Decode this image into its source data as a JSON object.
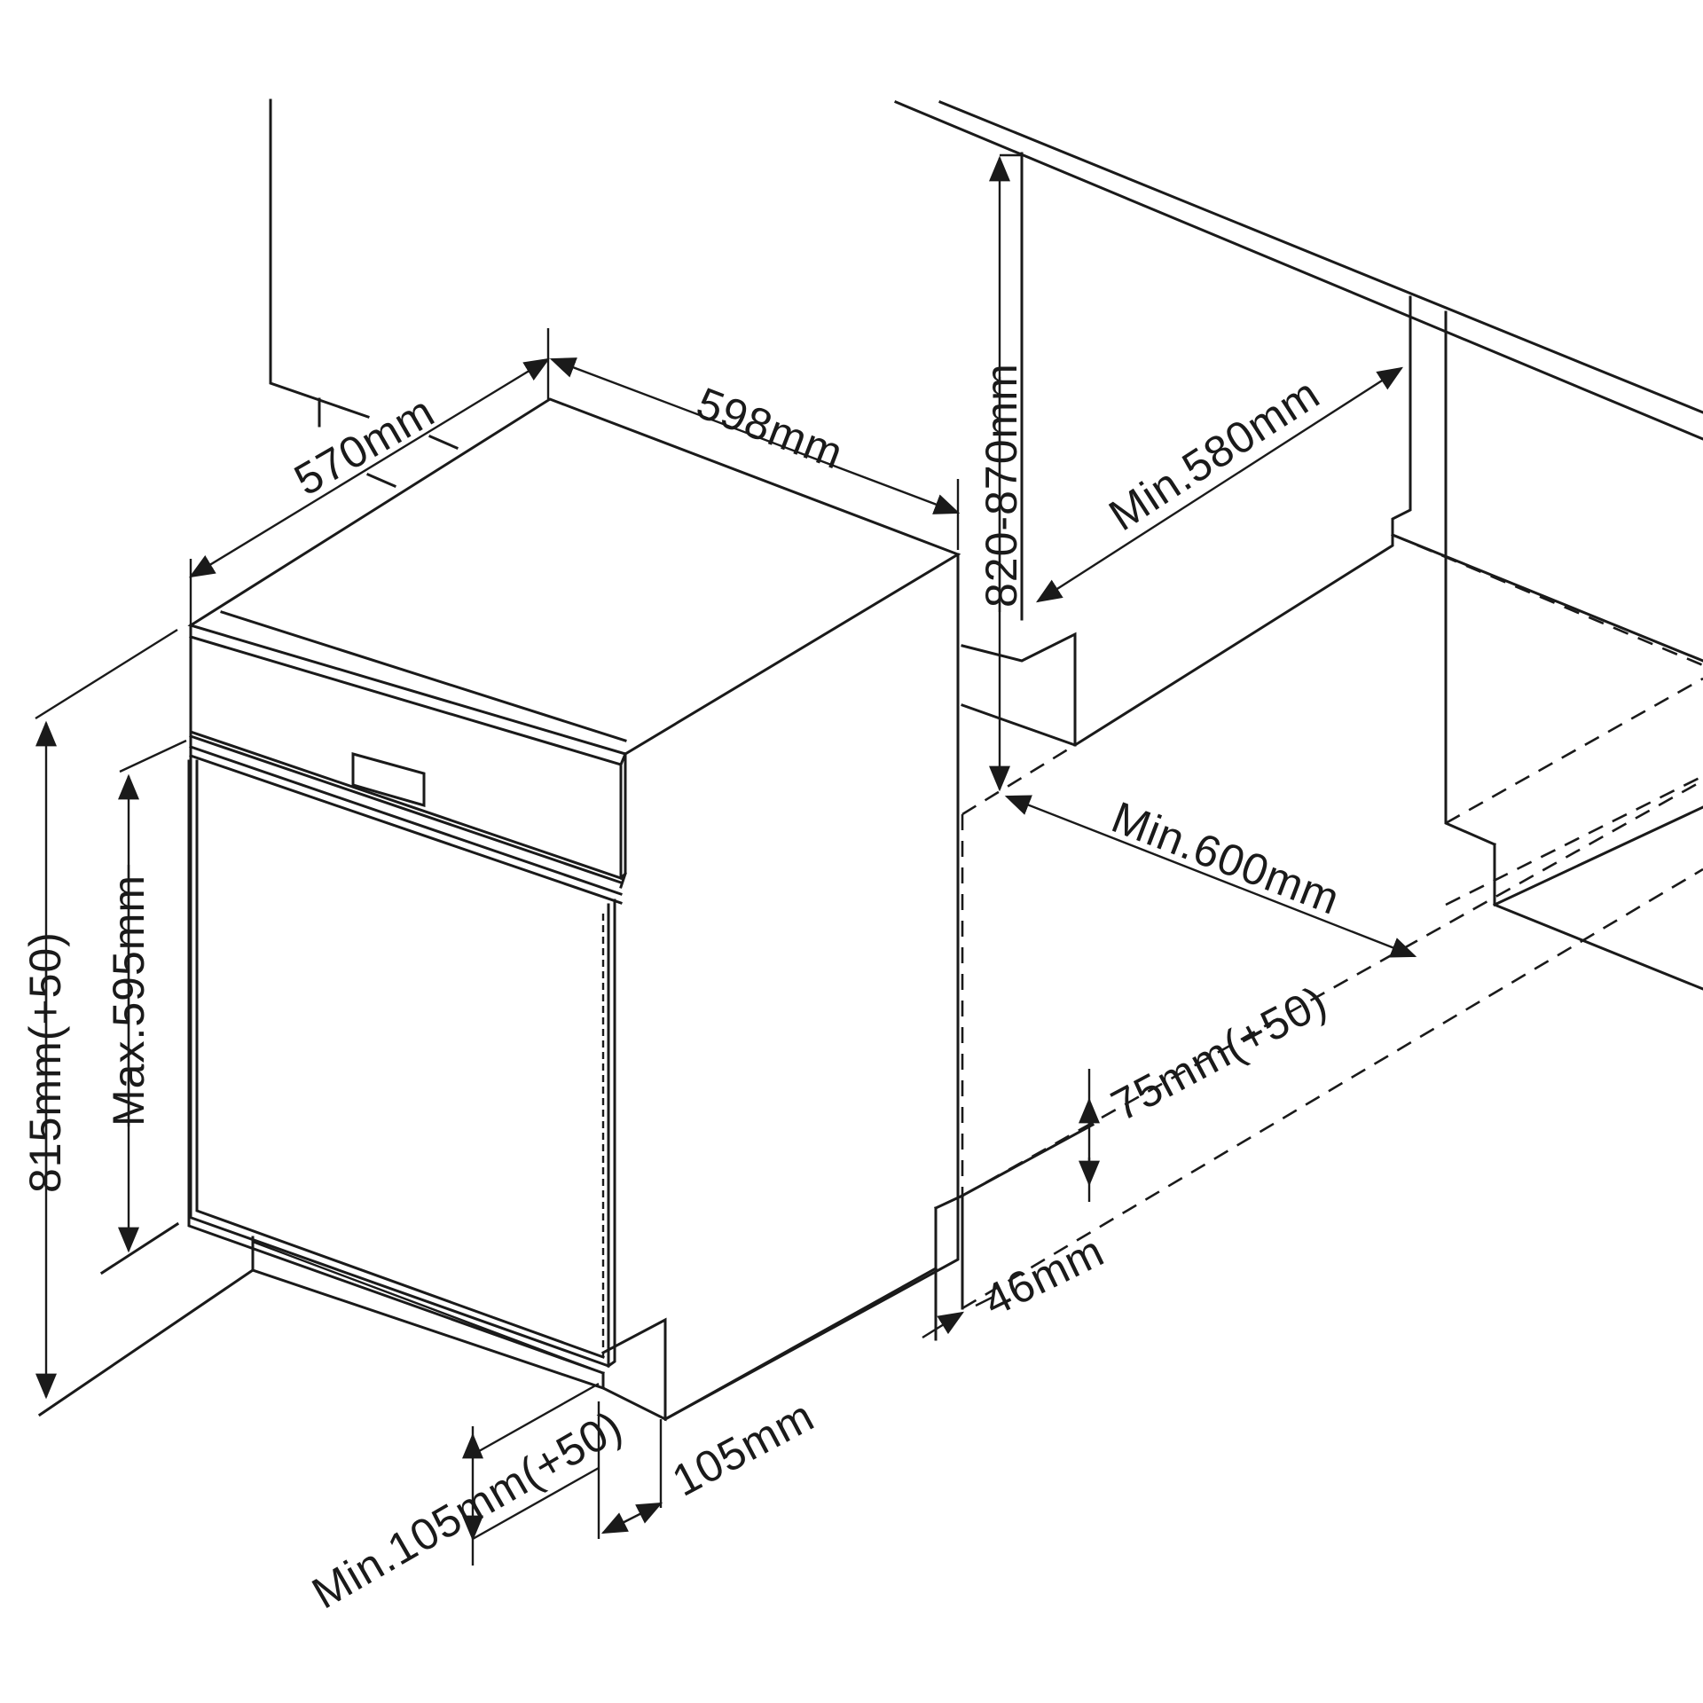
{
  "dimensions": {
    "width": "598mm",
    "depth": "570mm",
    "height": "815mm(+50)",
    "door_height": "Max.595mm",
    "niche_height": "820-870mm",
    "niche_depth": "Min.580mm",
    "niche_width": "Min.600mm",
    "plinth_height": "75mm(+50)",
    "plinth_offset": "46mm",
    "toe_kick": "105mm",
    "min_toe_kick": "Min.105mm(+50)"
  },
  "colors": {
    "line": "#1a1a1a",
    "background": "#ffffff"
  }
}
